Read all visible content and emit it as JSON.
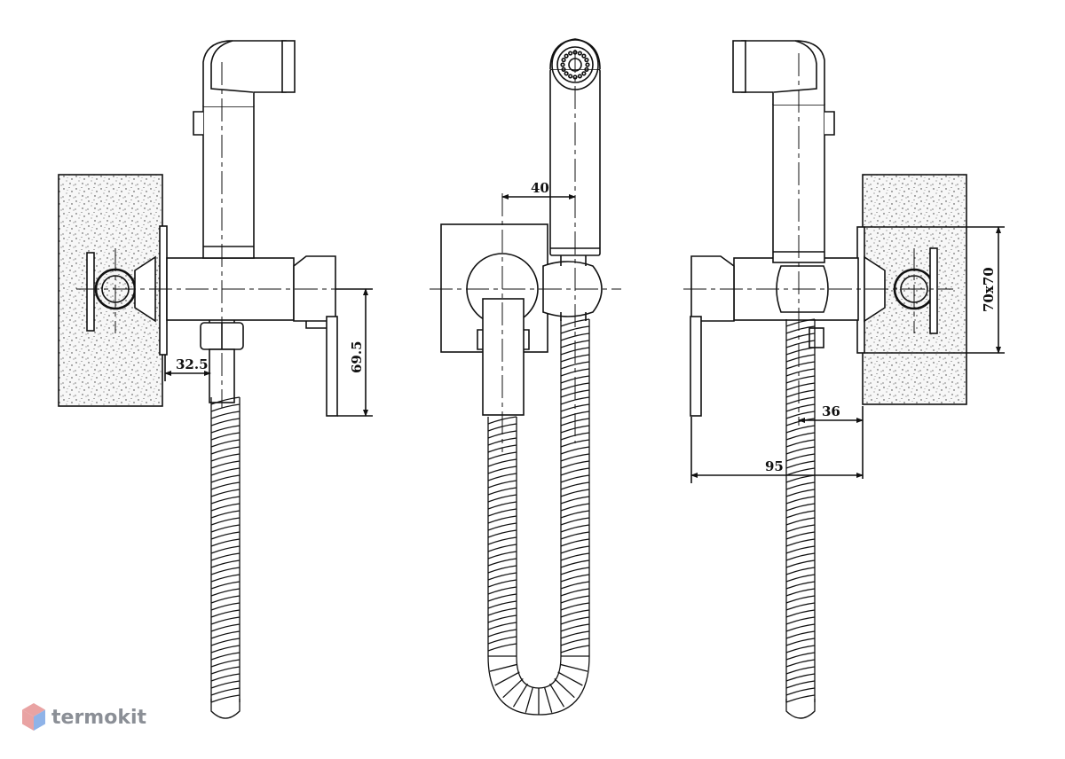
{
  "dimensions": {
    "left_offset": "32.5",
    "left_height": "69.5",
    "middle_offset": "40",
    "right_inner": "36",
    "right_total": "95",
    "right_plate": "70x70"
  },
  "brand": {
    "name": "termokit",
    "logo_icon": "hexagon-logo-icon",
    "logo_colors": [
      "#e9a3a3",
      "#8fb3e8"
    ]
  }
}
